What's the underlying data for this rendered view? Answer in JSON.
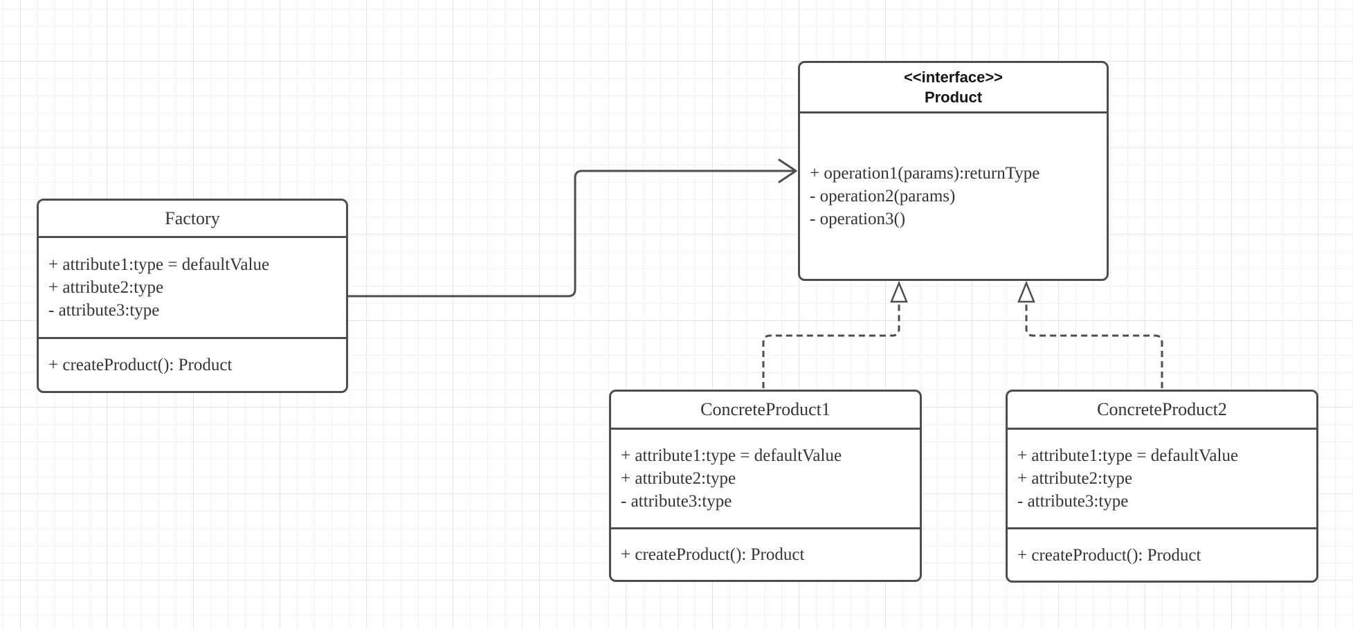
{
  "diagram": {
    "kind": "UML class diagram",
    "pattern": "Factory"
  },
  "classes": [
    {
      "key": "factory",
      "title": "Factory",
      "attributes": [
        "+ attribute1:type = defaultValue",
        "+ attribute2:type",
        "- attribute3:type"
      ],
      "methods": [
        "+ createProduct(): Product"
      ]
    },
    {
      "key": "product",
      "stereotype": "<<interface>>",
      "title": "Product",
      "operations": [
        "+ operation1(params):returnType",
        "- operation2(params)",
        "- operation3()"
      ]
    },
    {
      "key": "concrete-product-1",
      "title": "ConcreteProduct1",
      "attributes": [
        "+ attribute1:type = defaultValue",
        "+ attribute2:type",
        "- attribute3:type"
      ],
      "methods": [
        "+ createProduct(): Product"
      ]
    },
    {
      "key": "concrete-product-2",
      "title": "ConcreteProduct2",
      "attributes": [
        "+ attribute1:type = defaultValue",
        "+ attribute2:type",
        "- attribute3:type"
      ],
      "methods": [
        "+ createProduct(): Product"
      ]
    }
  ],
  "relationships": [
    {
      "from": "Factory",
      "to": "Product",
      "type": "directed association",
      "line": "solid",
      "arrowhead": "open"
    },
    {
      "from": "ConcreteProduct1",
      "to": "Product",
      "type": "realization",
      "line": "dashed",
      "arrowhead": "hollow triangle"
    },
    {
      "from": "ConcreteProduct2",
      "to": "Product",
      "type": "realization",
      "line": "dashed",
      "arrowhead": "hollow triangle"
    }
  ],
  "colors": {
    "stroke": "#4d4d4d",
    "member_text": "#343434",
    "interface_title_text": "#141414",
    "shape_fill": "#ffffff",
    "canvas": "#ffffff",
    "grid_minor": "#f2f2f2",
    "grid_major": "#e4e4e4"
  }
}
